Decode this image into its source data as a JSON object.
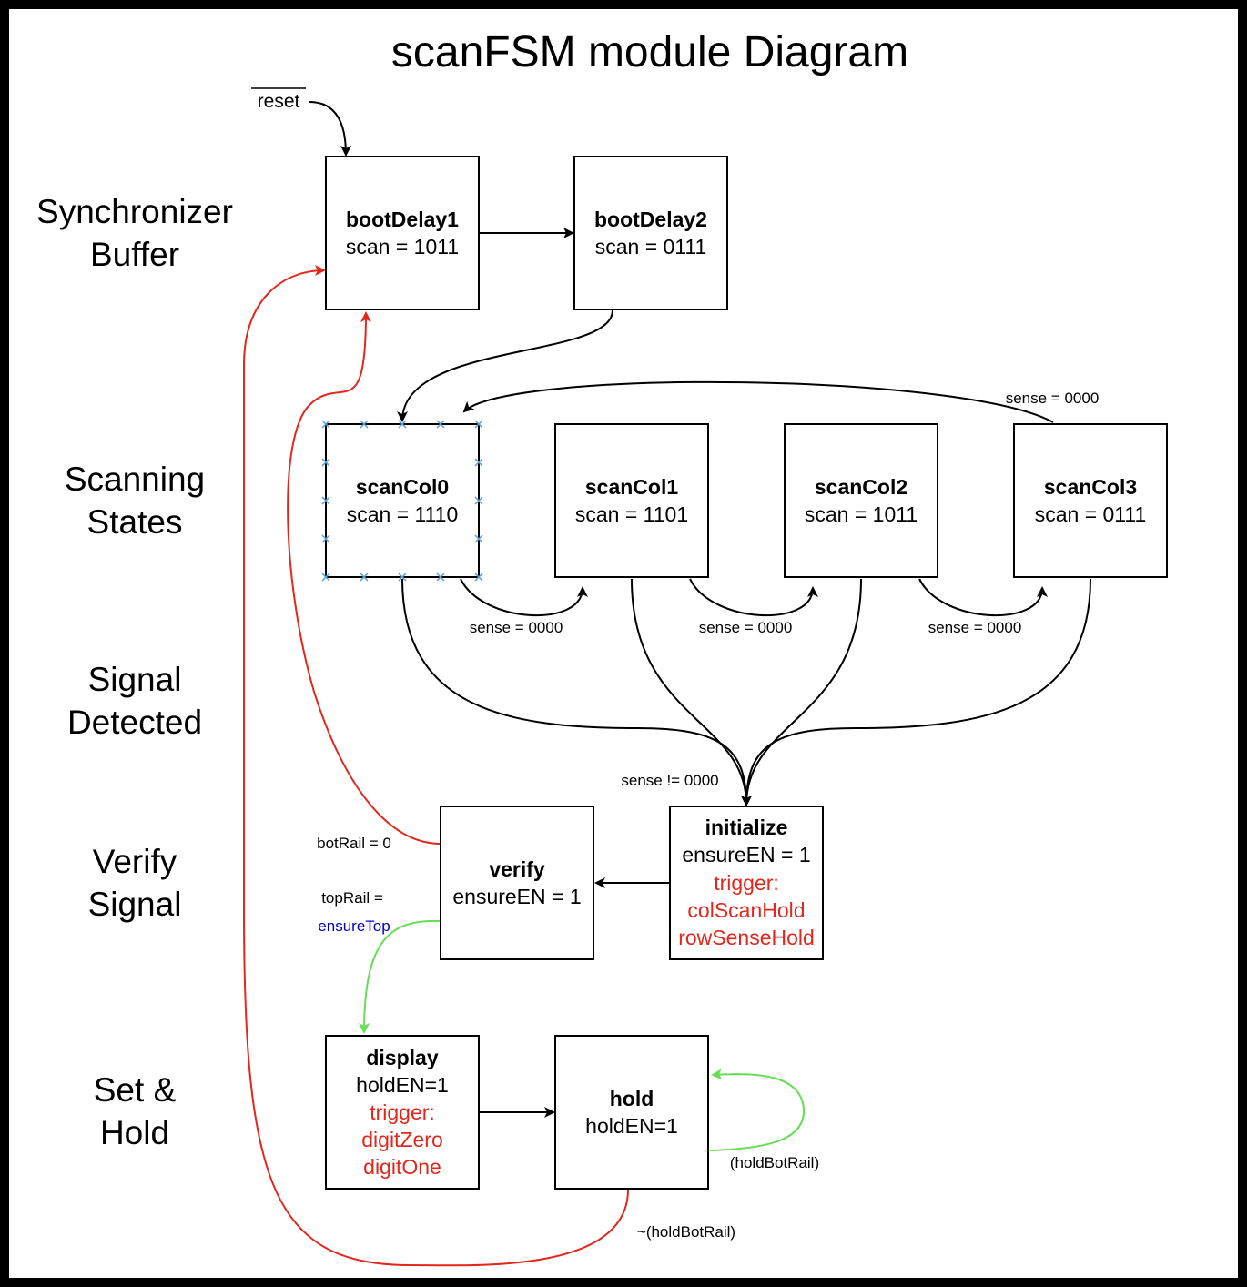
{
  "title": "scanFSM module Diagram",
  "sections": {
    "sync_line1": "Synchronizer",
    "sync_line2": "Buffer",
    "scan_line1": "Scanning",
    "scan_line2": "States",
    "detect_line1": "Signal",
    "detect_line2": "Detected",
    "verify_line1": "Verify",
    "verify_line2": "Signal",
    "hold_line1": "Set &",
    "hold_line2": "Hold"
  },
  "states": {
    "bootDelay1": {
      "name": "bootDelay1",
      "line1": "scan = 1011"
    },
    "bootDelay2": {
      "name": "bootDelay2",
      "line1": "scan = 0111"
    },
    "scanCol0": {
      "name": "scanCol0",
      "line1": "scan = 1110"
    },
    "scanCol1": {
      "name": "scanCol1",
      "line1": "scan = 1101"
    },
    "scanCol2": {
      "name": "scanCol2",
      "line1": "scan = 1011"
    },
    "scanCol3": {
      "name": "scanCol3",
      "line1": "scan = 0111"
    },
    "initialize": {
      "name": "initialize",
      "line1": "ensureEN = 1",
      "trig1": "trigger:",
      "trig2": "colScanHold",
      "trig3": "rowSenseHold"
    },
    "verify": {
      "name": "verify",
      "line1": "ensureEN = 1"
    },
    "display": {
      "name": "display",
      "line1": "holdEN=1",
      "trig1": "trigger:",
      "trig2": "digitZero",
      "trig3": "digitOne"
    },
    "hold": {
      "name": "hold",
      "line1": "holdEN=1"
    }
  },
  "edges": {
    "reset": "reset",
    "sense0_col0": "sense = 0000",
    "sense0_col1": "sense = 0000",
    "sense0_col2": "sense = 0000",
    "sense0_col3": "sense = 0000",
    "sense_nonzero": "sense != 0000",
    "botRail": "botRail = 0",
    "topRail": "topRail =",
    "ensureTop": "ensureTop",
    "holdBotRail": "(holdBotRail)",
    "notHoldBotRail": "~(holdBotRail)"
  },
  "colors": {
    "black_edge": "#000000",
    "red_edge": "#e0281e",
    "green_edge": "#66dd55",
    "trigger_text": "#e0281e",
    "ensureTop_text": "#0000cc",
    "selection_marker": "#5aa0d8"
  }
}
